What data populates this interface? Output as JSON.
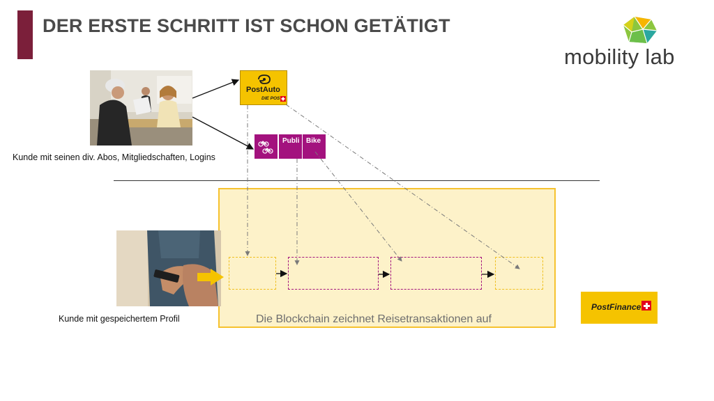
{
  "slide": {
    "title": "DER ERSTE SCHRITT IST SCHON GETÄTIGT"
  },
  "logo": {
    "text": "mobility lab",
    "icon": "geometric-network-icon"
  },
  "customer_top": {
    "caption": "Kunde mit seinen div. Abos, Mitgliedschaften, Logins"
  },
  "services": {
    "postauto": {
      "label": "PostAuto",
      "sublabel": "DIE POST"
    },
    "publibike": {
      "icon": "bicycle-icon",
      "publi": "Publi",
      "bike": "Bike"
    }
  },
  "customer_bottom": {
    "caption": "Kunde mit gespeichertem Profil"
  },
  "blockchain": {
    "caption": "Die Blockchain zeichnet Reisetransaktionen auf"
  },
  "partner": {
    "label": "PostFinance",
    "icon": "swiss-cross-icon"
  },
  "colors": {
    "accent": "#7b1f3a",
    "post_yellow": "#f5c300",
    "publibike_magenta": "#a3127e",
    "chain_fill": "#fdf2c9"
  }
}
